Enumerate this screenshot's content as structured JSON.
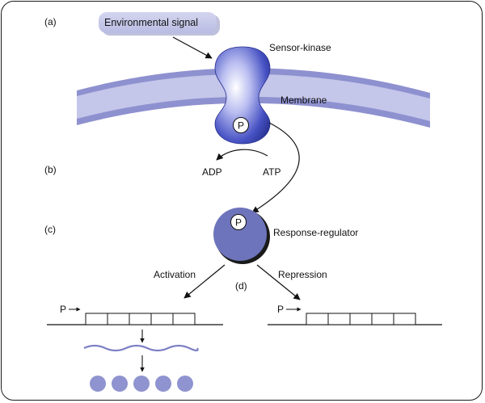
{
  "panel_labels": {
    "a": "(a)",
    "b": "(b)",
    "c": "(c)",
    "d": "(d)"
  },
  "signal": {
    "label": "Environmental signal"
  },
  "sensor": {
    "label": "Sensor-kinase",
    "phospho": "P"
  },
  "membrane": {
    "label": "Membrane"
  },
  "reaction": {
    "adp": "ADP",
    "atp": "ATP"
  },
  "regulator": {
    "label": "Response-regulator",
    "phospho": "P"
  },
  "activation": {
    "label": "Activation",
    "promoter": "P"
  },
  "repression": {
    "label": "Repression",
    "promoter": "P"
  },
  "colors": {
    "membrane_outer": "#8e91cf",
    "membrane_inner": "#c4c6ea",
    "protein_blue": "#3a44b4",
    "regulator_blue": "#6d74bb",
    "signal_box": "#c6c9e8",
    "mrna_wave": "#7c80c4",
    "product_circle": "#8f93cf"
  },
  "icons": [
    "promoter-arrow-icon",
    "reaction-arrow-icon"
  ]
}
